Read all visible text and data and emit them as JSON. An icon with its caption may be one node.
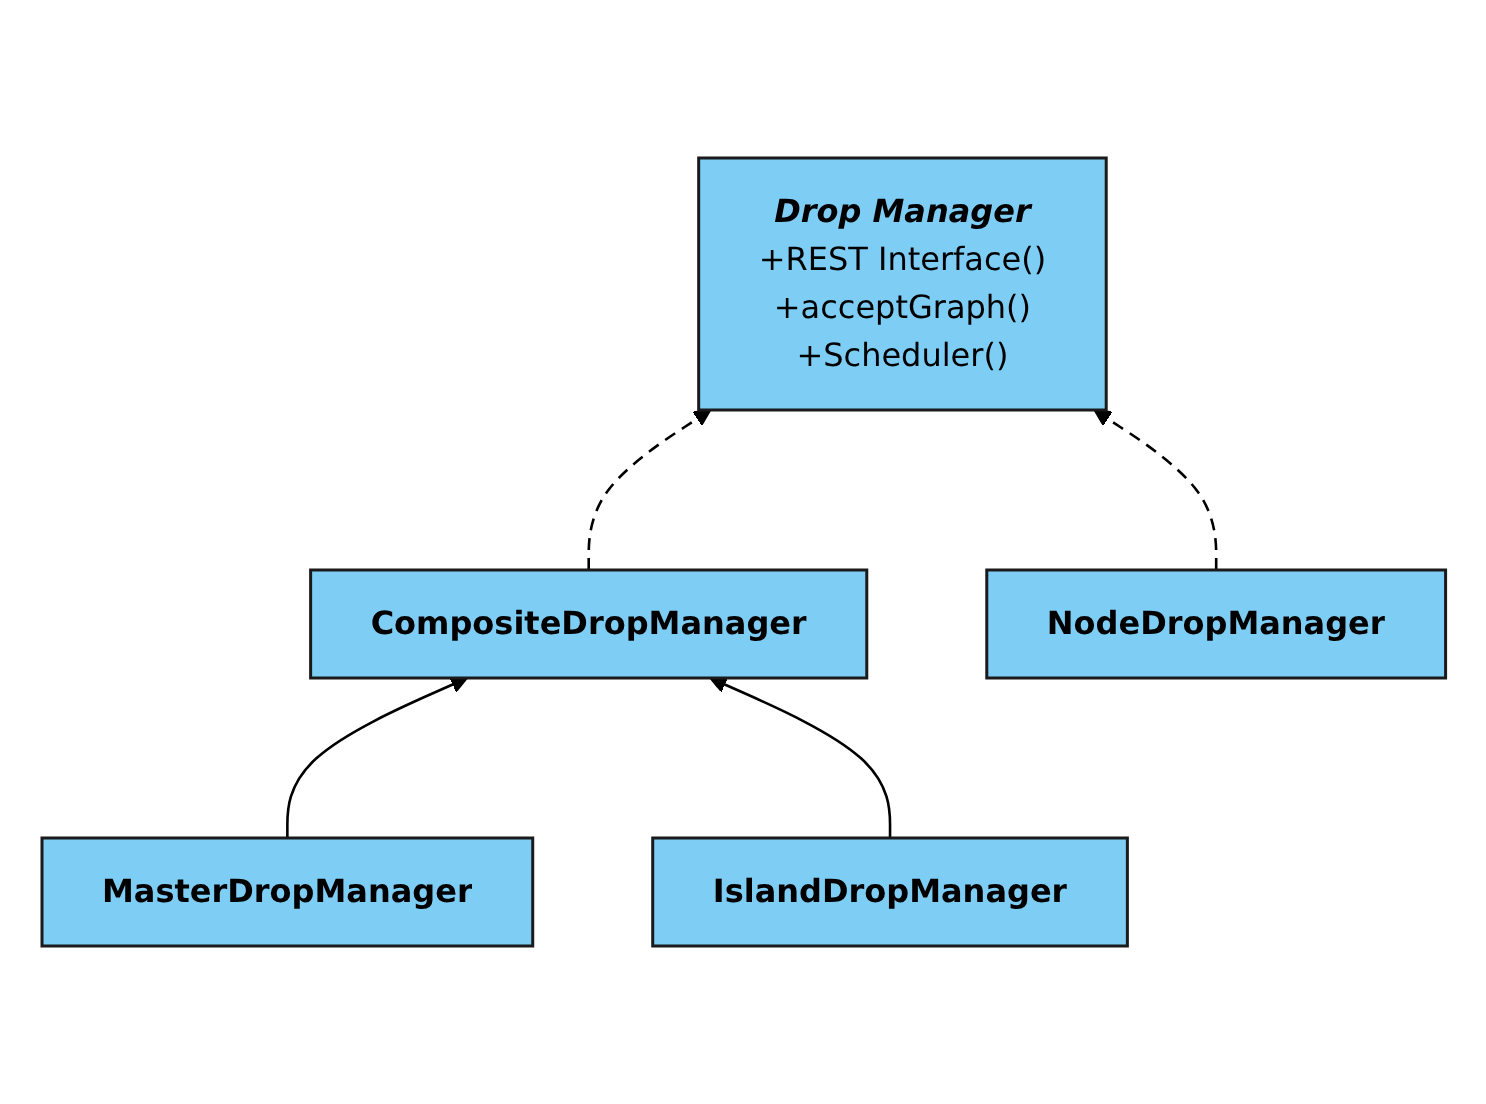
{
  "diagram": {
    "nodes": [
      {
        "text": [
          "Drop Manager",
          "+REST Interface()",
          "+acceptGraph()",
          "+Scheduler()"
        ]
      },
      {
        "text": [
          "CompositeDropManager"
        ]
      },
      {
        "text": [
          "NodeDropManager"
        ]
      },
      {
        "text": [
          "MasterDropManager"
        ]
      },
      {
        "text": [
          "IslandDropManager"
        ]
      }
    ],
    "edges": [
      {
        "from": 1,
        "to": 0,
        "arrow": "to",
        "style": "dashed"
      },
      {
        "from": 2,
        "to": 0,
        "arrow": "to",
        "style": "dashed"
      },
      {
        "from": 3,
        "to": 1,
        "arrow": "to"
      },
      {
        "from": 4,
        "to": 1,
        "arrow": "to"
      }
    ]
  }
}
